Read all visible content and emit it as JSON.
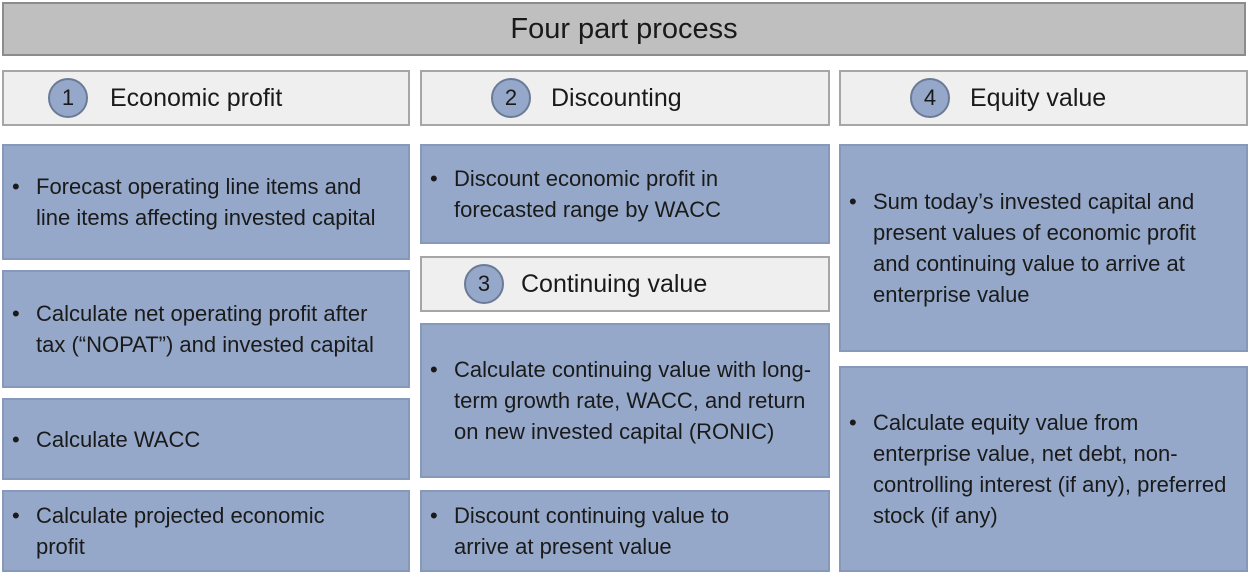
{
  "title": "Four part process",
  "steps": [
    {
      "number": "1",
      "label": "Economic profit"
    },
    {
      "number": "2",
      "label": "Discounting"
    },
    {
      "number": "3",
      "label": "Continuing value"
    },
    {
      "number": "4",
      "label": "Equity value"
    }
  ],
  "bullet_symbol": "•",
  "economic_profit": [
    "Forecast operating line items and line items affecting invested capital",
    "Calculate net operating profit after tax (“NOPAT”) and invested capital",
    "Calculate WACC",
    "Calculate projected economic profit"
  ],
  "discounting": [
    "Discount economic profit in forecasted range by WACC"
  ],
  "continuing_value": [
    "Calculate continuing value with long-term growth rate, WACC, and return on new invested capital (RONIC)",
    "Discount continuing value to arrive at present value"
  ],
  "equity_value": [
    "Sum today’s invested capital and present values of economic profit and continuing value to arrive at enterprise value",
    "Calculate equity value from enterprise value, net debt, non-controlling interest (if any), preferred stock (if any)"
  ]
}
